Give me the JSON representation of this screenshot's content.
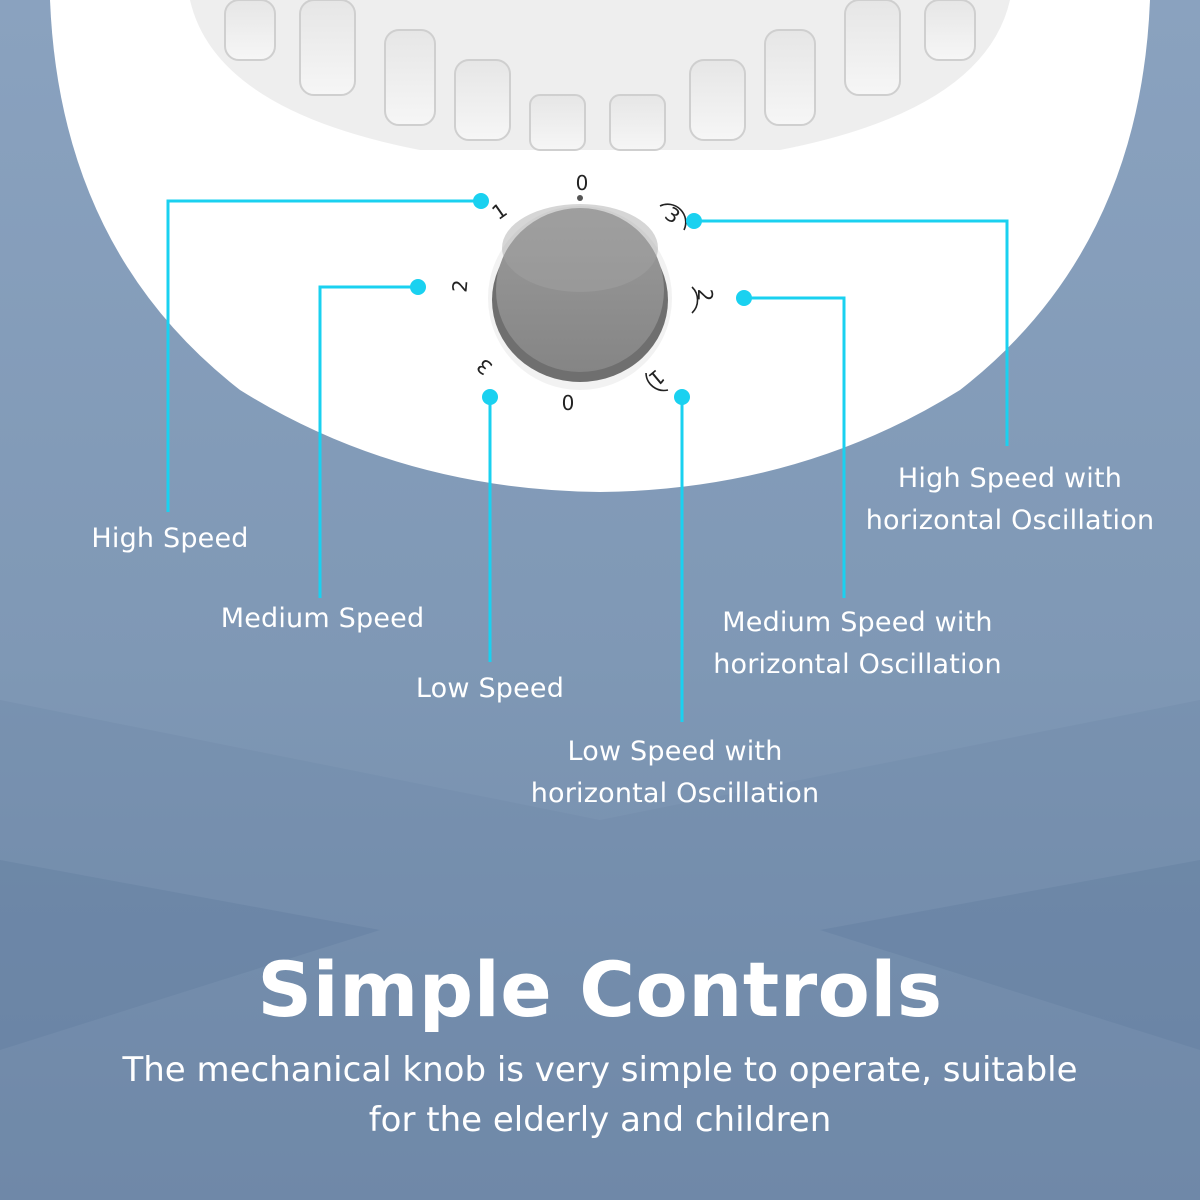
{
  "dial": {
    "left_labels": [
      "1",
      "2",
      "3"
    ],
    "off_top": "0",
    "off_bottom": "0",
    "right_labels": [
      "3",
      "2",
      "1"
    ]
  },
  "callouts": {
    "high_speed": [
      "High Speed"
    ],
    "medium_speed": [
      "Medium Speed"
    ],
    "low_speed": [
      "Low Speed"
    ],
    "high_osc": [
      "High Speed with",
      "horizontal Oscillation"
    ],
    "medium_osc": [
      "Medium Speed with",
      "horizontal Oscillation"
    ],
    "low_osc": [
      "Low Speed with",
      "horizontal Oscillation"
    ]
  },
  "headline": "Simple Controls",
  "subline": [
    "The mechanical knob is very simple to operate, suitable",
    "for the elderly and children"
  ],
  "colors": {
    "accent": "#1ad1f0",
    "fan_body": "#ffffff",
    "knob": "#8f8f8f"
  }
}
